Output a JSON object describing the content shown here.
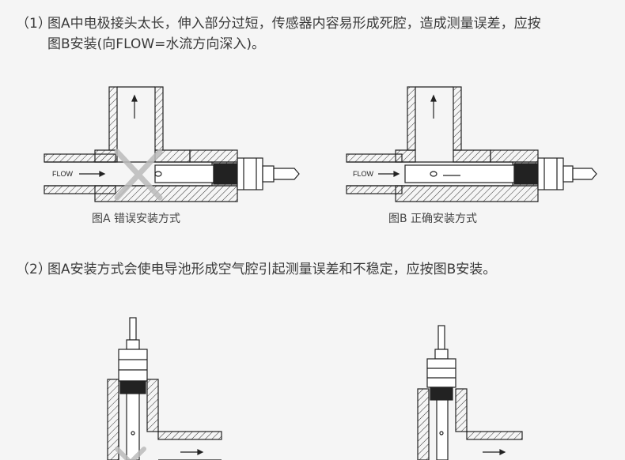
{
  "section1": {
    "index": "（1）",
    "line1": "图A中电极接头太长，伸入部分过短，传感器内容易形成死腔，造成测量误差，应按",
    "line2": "图B安装(向FLOW=水流方向深入)。"
  },
  "figureA": {
    "caption": "图A 错误安装方式",
    "flow_label": "FLOW"
  },
  "figureB": {
    "caption": "图B 正确安装方式",
    "flow_label": "FLOW"
  },
  "section2": {
    "index": "（2）",
    "line1": "图A安装方式会使电导池形成空气腔引起测量误差和不稳定，应按图B安装。"
  }
}
